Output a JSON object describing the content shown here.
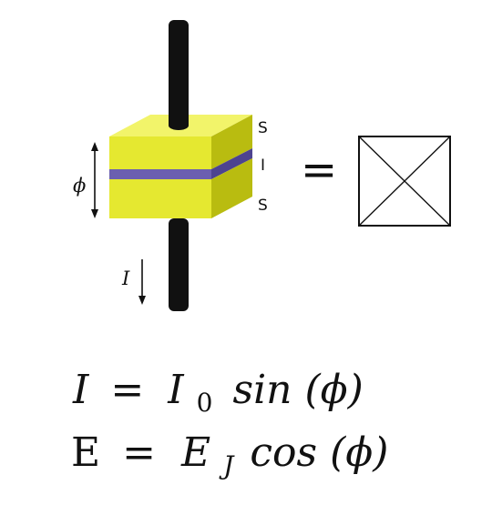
{
  "diagram": {
    "layer_labels": [
      "S",
      "I",
      "S"
    ],
    "phase_label": "ϕ",
    "current_label": "I",
    "equals": "=",
    "colors": {
      "superconductor": "#e5e830",
      "superconductor_top": "#f2f46a",
      "superconductor_side": "#b9bc10",
      "insulator": "#6b5fb0",
      "wire": "#111111",
      "symbol_stroke": "#111111"
    },
    "junction_symbol": "cross-in-box"
  },
  "equations": {
    "current": {
      "lhs": "I",
      "equals": "=",
      "coef": "I",
      "coef_sub": "0",
      "func": "sin",
      "arg": "(ϕ)"
    },
    "energy": {
      "lhs": "E",
      "equals": "=",
      "coef": "E",
      "coef_sub": "J",
      "func": "cos",
      "arg": "(ϕ)"
    }
  }
}
